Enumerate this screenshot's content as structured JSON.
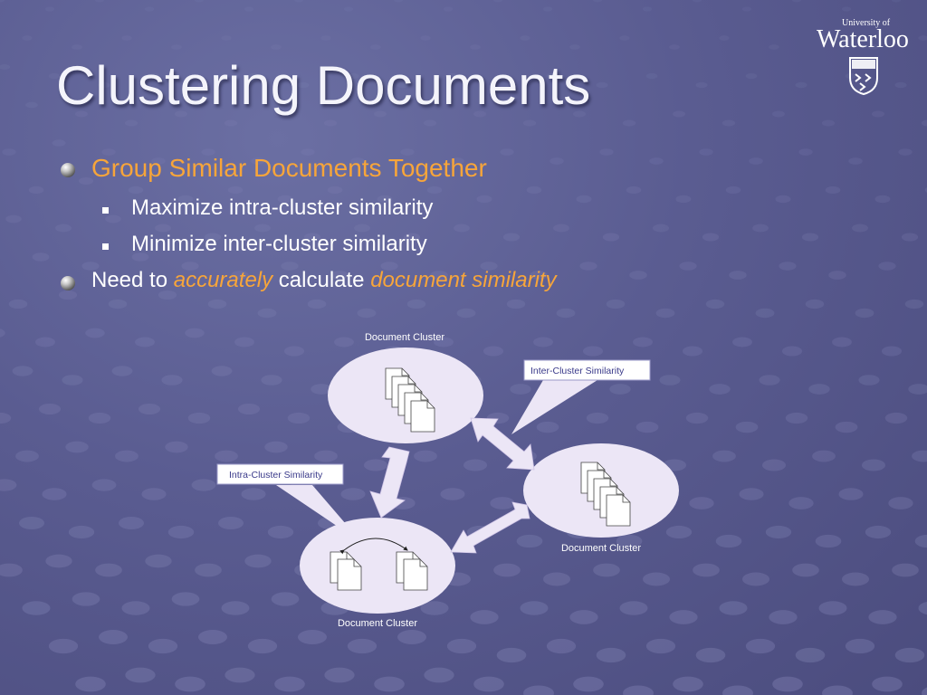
{
  "slide": {
    "title": "Clustering Documents",
    "logo": {
      "super": "University of",
      "name": "Waterloo"
    },
    "bullets": [
      {
        "text": "Group Similar Documents Together"
      },
      {
        "text": "Maximize intra-cluster similarity"
      },
      {
        "text": "Minimize inter-cluster similarity"
      },
      {
        "prefix": "Need to ",
        "em1": "accurately",
        "mid": " calculate ",
        "em2": "document similarity"
      }
    ]
  },
  "diagram": {
    "clusters": [
      {
        "label": "Document Cluster"
      },
      {
        "label": "Document Cluster"
      },
      {
        "label": "Document Cluster"
      }
    ],
    "callouts": {
      "inter": "Inter-Cluster Similarity",
      "intra": "Intra-Cluster Similarity"
    }
  },
  "colors": {
    "background": "#5a5c91",
    "accent": "#f7a53a",
    "cluster_fill": "#ece6f6",
    "callout_text": "#3a3a8a"
  }
}
